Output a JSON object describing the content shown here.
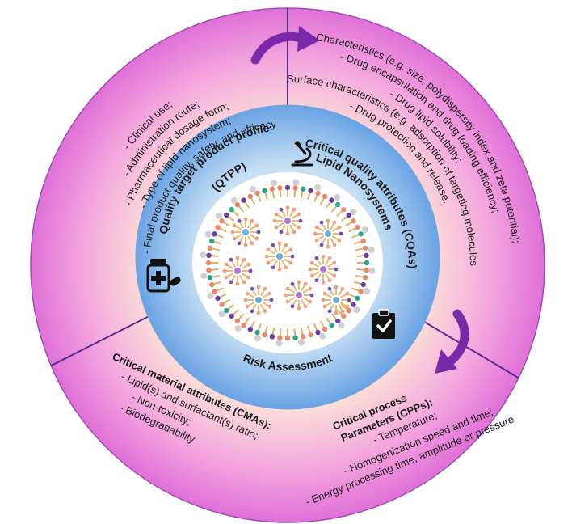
{
  "colors": {
    "outer_center": "#fbe4cf",
    "outer_edge": "#e070d8",
    "mid_center": "#fce1d8",
    "mid_edge": "#f3a6de",
    "inner_ring_center": "#c8e0f4",
    "inner_ring_edge": "#6aa3e4",
    "core_bg": "#ffffff",
    "divider": "#5b2a8e",
    "arrow": "#7a2aa8",
    "icon": "#111111"
  },
  "center": {
    "title_line1": "Lipid Nanosystems"
  },
  "inner_ring": {
    "qtpp_line1": "Quality target product profile",
    "qtpp_line2": "(QTPP)",
    "cqa_line1": "Critical quality attributes (CQAs)",
    "risk": "Risk Assessment"
  },
  "icons": {
    "qtpp": "medicine-bottle-icon",
    "cqa": "microscope-icon",
    "risk": "clipboard-check-icon",
    "arrows": "curved-arrow-icon"
  },
  "qtpp_list": [
    "- Clinical use;",
    "- Administration route;",
    "- Pharmaceutical dosage form;",
    "- Type of lipid nanosystem;",
    "- Final product quality, safety, and efficacy"
  ],
  "cqa_list": [
    "- Characteristics (e.g. size, polydispersity index and zeta potential);",
    "- Drug encapsulation and drug loading efficiency;",
    "- Drug lipid solubility;",
    "- Surface characteristics (e.g. adsorption of targeting molecules);",
    "- Drug protection and release."
  ],
  "cma": {
    "title": "Critical material attributes (CMAs):",
    "items": [
      "- Lipid(s) and surfactant(s) ratio;",
      "- Non-toxicity;",
      "- Biodegradability"
    ]
  },
  "cpp": {
    "title_line1": "Critical process",
    "title_line2": "Parameters (CPPs):",
    "items": [
      "- Temperature;",
      "- Homogenization speed and time;",
      "- Energy processing time, amplitude or pressure"
    ]
  }
}
